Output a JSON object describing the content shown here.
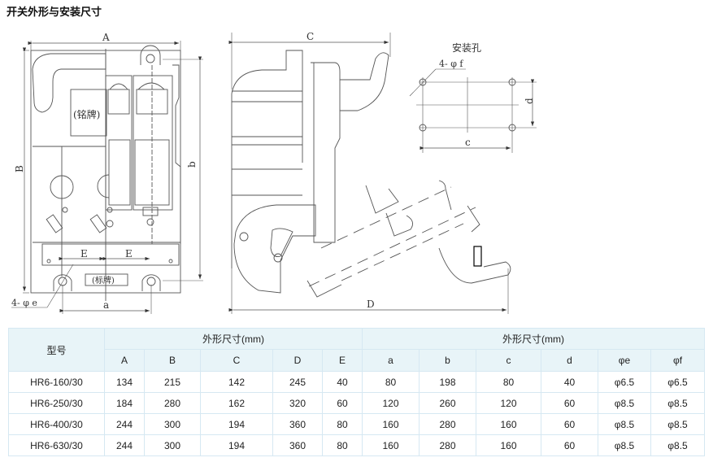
{
  "page": {
    "title": "开关外形与安装尺寸"
  },
  "drawing": {
    "front_view": {
      "dim_A": "A",
      "dim_B": "B",
      "dim_b": "b",
      "dim_E_left": "E",
      "dim_E_right": "E",
      "dim_a": "a",
      "hole_label": "4- φ e",
      "nameplate_label": "(铭牌)",
      "tag_label": "(标牌)"
    },
    "side_view": {
      "dim_C": "C",
      "dim_D": "D"
    },
    "mounting_holes": {
      "title": "安装孔",
      "hole_label": "4- φ f",
      "dim_c": "c",
      "dim_d": "d"
    }
  },
  "table": {
    "model_header": "型号",
    "group_header_left": "外形尺寸(mm)",
    "group_header_right": "外形尺寸(mm)",
    "columns": [
      "A",
      "B",
      "C",
      "D",
      "E",
      "a",
      "b",
      "c",
      "d",
      "φe",
      "φf"
    ],
    "rows": [
      {
        "model": "HR6-160/30",
        "values": [
          "134",
          "215",
          "142",
          "245",
          "40",
          "80",
          "198",
          "80",
          "40",
          "φ6.5",
          "φ6.5"
        ]
      },
      {
        "model": "HR6-250/30",
        "values": [
          "184",
          "280",
          "162",
          "320",
          "60",
          "120",
          "260",
          "120",
          "60",
          "φ8.5",
          "φ8.5"
        ]
      },
      {
        "model": "HR6-400/30",
        "values": [
          "244",
          "300",
          "194",
          "360",
          "80",
          "160",
          "280",
          "160",
          "60",
          "φ8.5",
          "φ8.5"
        ]
      },
      {
        "model": "HR6-630/30",
        "values": [
          "244",
          "300",
          "194",
          "360",
          "80",
          "160",
          "280",
          "160",
          "60",
          "φ8.5",
          "φ8.5"
        ]
      }
    ]
  }
}
